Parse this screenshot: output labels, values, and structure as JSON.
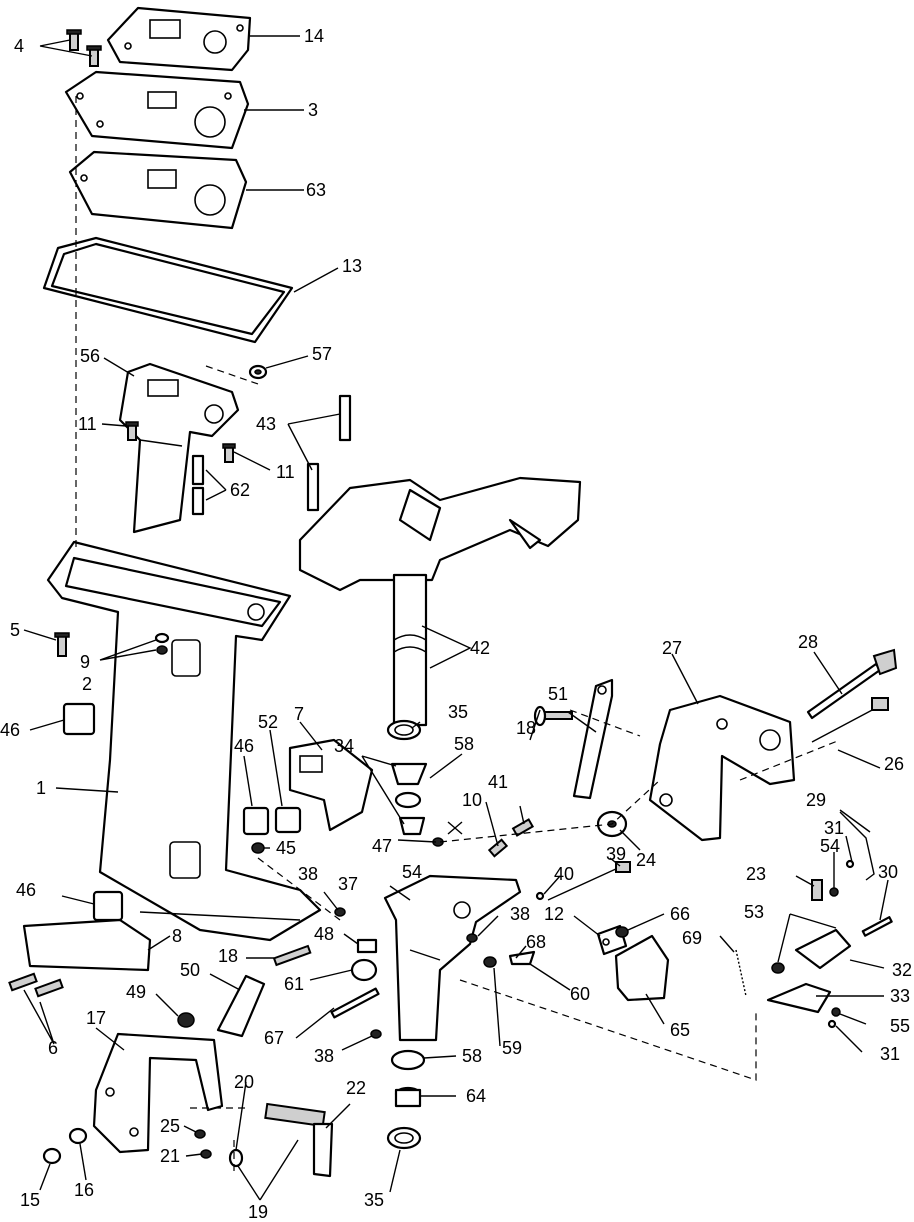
{
  "labels": [
    {
      "id": "l4",
      "text": "4"
    },
    {
      "id": "l14",
      "text": "14"
    },
    {
      "id": "l3",
      "text": "3"
    },
    {
      "id": "l63",
      "text": "63"
    },
    {
      "id": "l13",
      "text": "13"
    },
    {
      "id": "l56",
      "text": "56"
    },
    {
      "id": "l57",
      "text": "57"
    },
    {
      "id": "l11a",
      "text": "11"
    },
    {
      "id": "l43",
      "text": "43"
    },
    {
      "id": "l11b",
      "text": "11"
    },
    {
      "id": "l62",
      "text": "62"
    },
    {
      "id": "l5",
      "text": "5"
    },
    {
      "id": "l9",
      "text": "9"
    },
    {
      "id": "l2",
      "text": "2"
    },
    {
      "id": "l42",
      "text": "42"
    },
    {
      "id": "l27",
      "text": "27"
    },
    {
      "id": "l28",
      "text": "28"
    },
    {
      "id": "l46a",
      "text": "46"
    },
    {
      "id": "l7",
      "text": "7"
    },
    {
      "id": "l52",
      "text": "52"
    },
    {
      "id": "l46b",
      "text": "46"
    },
    {
      "id": "l35a",
      "text": "35"
    },
    {
      "id": "l51",
      "text": "51"
    },
    {
      "id": "l18a",
      "text": "18"
    },
    {
      "id": "l34",
      "text": "34"
    },
    {
      "id": "l58a",
      "text": "58"
    },
    {
      "id": "l26",
      "text": "26"
    },
    {
      "id": "l1",
      "text": "1"
    },
    {
      "id": "l41",
      "text": "41"
    },
    {
      "id": "l10",
      "text": "10"
    },
    {
      "id": "l29",
      "text": "29"
    },
    {
      "id": "l47",
      "text": "47"
    },
    {
      "id": "l24",
      "text": "24"
    },
    {
      "id": "l31a",
      "text": "31"
    },
    {
      "id": "l45",
      "text": "45"
    },
    {
      "id": "l39",
      "text": "39"
    },
    {
      "id": "l54a",
      "text": "54"
    },
    {
      "id": "l54b",
      "text": "54"
    },
    {
      "id": "l38a",
      "text": "38"
    },
    {
      "id": "l37",
      "text": "37"
    },
    {
      "id": "l40",
      "text": "40"
    },
    {
      "id": "l23",
      "text": "23"
    },
    {
      "id": "l30",
      "text": "30"
    },
    {
      "id": "l46c",
      "text": "46"
    },
    {
      "id": "l38b",
      "text": "38"
    },
    {
      "id": "l12",
      "text": "12"
    },
    {
      "id": "l66",
      "text": "66"
    },
    {
      "id": "l53",
      "text": "53"
    },
    {
      "id": "l8",
      "text": "8"
    },
    {
      "id": "l48",
      "text": "48"
    },
    {
      "id": "l68",
      "text": "68"
    },
    {
      "id": "l69",
      "text": "69"
    },
    {
      "id": "l32",
      "text": "32"
    },
    {
      "id": "l18b",
      "text": "18"
    },
    {
      "id": "l61",
      "text": "61"
    },
    {
      "id": "l50",
      "text": "50"
    },
    {
      "id": "l60",
      "text": "60"
    },
    {
      "id": "l33",
      "text": "33"
    },
    {
      "id": "l49",
      "text": "49"
    },
    {
      "id": "l6",
      "text": "6"
    },
    {
      "id": "l17",
      "text": "17"
    },
    {
      "id": "l67",
      "text": "67"
    },
    {
      "id": "l65",
      "text": "65"
    },
    {
      "id": "l55",
      "text": "55"
    },
    {
      "id": "l59",
      "text": "59"
    },
    {
      "id": "l38c",
      "text": "38"
    },
    {
      "id": "l31b",
      "text": "31"
    },
    {
      "id": "l20",
      "text": "20"
    },
    {
      "id": "l22",
      "text": "22"
    },
    {
      "id": "l58b",
      "text": "58"
    },
    {
      "id": "l64",
      "text": "64"
    },
    {
      "id": "l25",
      "text": "25"
    },
    {
      "id": "l21",
      "text": "21"
    },
    {
      "id": "l15",
      "text": "15"
    },
    {
      "id": "l16",
      "text": "16"
    },
    {
      "id": "l35b",
      "text": "35"
    },
    {
      "id": "l19",
      "text": "19"
    }
  ]
}
